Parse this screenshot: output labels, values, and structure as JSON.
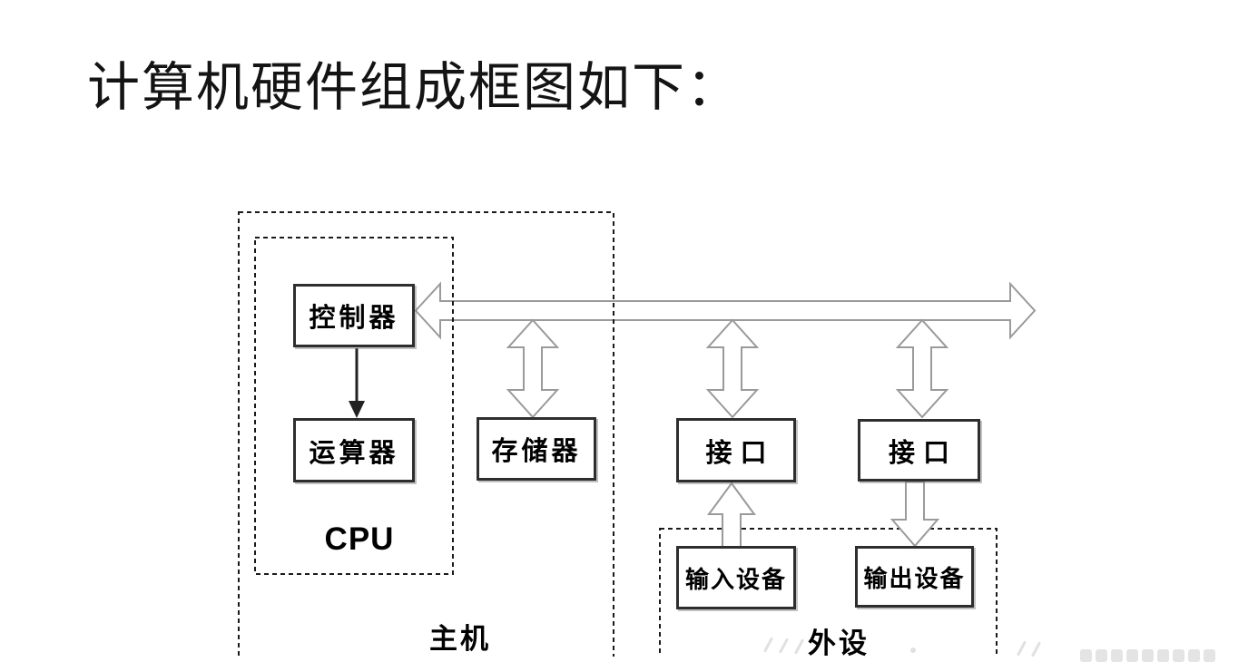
{
  "title": {
    "text": "计算机硬件组成框图如下："
  },
  "diagram": {
    "groups": {
      "host": {
        "label": "主机"
      },
      "cpu": {
        "label": "CPU"
      },
      "peripherals": {
        "label": "外设"
      }
    },
    "boxes": {
      "controller": {
        "label": "控制器"
      },
      "alu": {
        "label": "运算器"
      },
      "memory": {
        "label": "存储器"
      },
      "interface_left": {
        "label": "接口"
      },
      "interface_right": {
        "label": "接口"
      },
      "input_device": {
        "label": "输入设备"
      },
      "output_device": {
        "label": "输出设备"
      }
    },
    "bus": {
      "style": "hollow-double-headed-horizontal-arrow"
    },
    "connections": [
      {
        "from": "bus",
        "to": "controller",
        "type": "bus-arrowhead-left"
      },
      {
        "from": "controller",
        "to": "alu",
        "type": "solid-arrow-down"
      },
      {
        "from": "bus",
        "to": "memory",
        "type": "hollow-double-arrow"
      },
      {
        "from": "bus",
        "to": "interface_left",
        "type": "hollow-double-arrow"
      },
      {
        "from": "bus",
        "to": "interface_right",
        "type": "hollow-double-arrow"
      },
      {
        "from": "input_device",
        "to": "interface_left",
        "type": "hollow-arrow-up"
      },
      {
        "from": "interface_right",
        "to": "output_device",
        "type": "hollow-arrow-down"
      }
    ],
    "colors": {
      "box_border": "#2e2e2e",
      "dashed_border": "#1a1a1a",
      "arrow_outline": "#9a9a9a",
      "label_text": "#000000",
      "background": "#ffffff"
    }
  }
}
